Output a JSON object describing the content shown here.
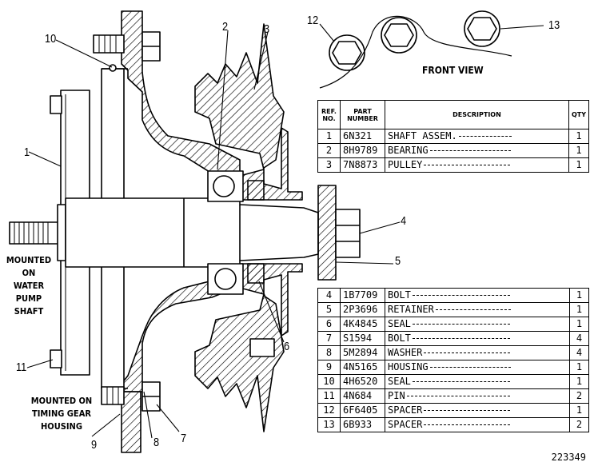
{
  "callouts": [
    {
      "id": "1",
      "text": "1"
    },
    {
      "id": "2",
      "text": "2"
    },
    {
      "id": "3",
      "text": "3"
    },
    {
      "id": "4",
      "text": "4"
    },
    {
      "id": "5",
      "text": "5"
    },
    {
      "id": "6",
      "text": "6"
    },
    {
      "id": "7",
      "text": "7"
    },
    {
      "id": "8",
      "text": "8"
    },
    {
      "id": "9",
      "text": "9"
    },
    {
      "id": "10",
      "text": "10"
    },
    {
      "id": "11",
      "text": "11"
    },
    {
      "id": "12",
      "text": "12"
    },
    {
      "id": "13",
      "text": "13"
    }
  ],
  "notes": {
    "water_pump": [
      "MOUNTED",
      "ON",
      "WATER",
      "PUMP",
      "SHAFT"
    ],
    "timing_gear": [
      "MOUNTED ON",
      "TIMING GEAR",
      "HOUSING"
    ],
    "front_view": "FRONT VIEW"
  },
  "table": {
    "headers": {
      "ref": [
        "REF.",
        "NO."
      ],
      "part": [
        "PART",
        "NUMBER"
      ],
      "desc": "DESCRIPTION",
      "qty": "QTY"
    },
    "upper_rows": [
      {
        "ref": "1",
        "part": "6N321",
        "desc": "SHAFT ASSEM.",
        "qty": "1"
      },
      {
        "ref": "2",
        "part": "8H9789",
        "desc": "BEARING",
        "qty": "1"
      },
      {
        "ref": "3",
        "part": "7N8873",
        "desc": "PULLEY",
        "qty": "1"
      }
    ],
    "lower_rows": [
      {
        "ref": "4",
        "part": "1B7709",
        "desc": "BOLT",
        "qty": "1"
      },
      {
        "ref": "5",
        "part": "2P3696",
        "desc": "RETAINER",
        "qty": "1"
      },
      {
        "ref": "6",
        "part": "4K4845",
        "desc": "SEAL",
        "qty": "1"
      },
      {
        "ref": "7",
        "part": "S1594",
        "desc": "BOLT",
        "qty": "4"
      },
      {
        "ref": "8",
        "part": "5M2894",
        "desc": "WASHER",
        "qty": "4"
      },
      {
        "ref": "9",
        "part": "4N5165",
        "desc": "HOUSING",
        "qty": "1"
      },
      {
        "ref": "10",
        "part": "4H6520",
        "desc": "SEAL",
        "qty": "1"
      },
      {
        "ref": "11",
        "part": "4N684",
        "desc": "PIN",
        "qty": "2"
      },
      {
        "ref": "12",
        "part": "6F6405",
        "desc": "SPACER",
        "qty": "1"
      },
      {
        "ref": "13",
        "part": "6B933",
        "desc": "SPACER",
        "qty": "2"
      }
    ]
  },
  "figure_number": "223349"
}
